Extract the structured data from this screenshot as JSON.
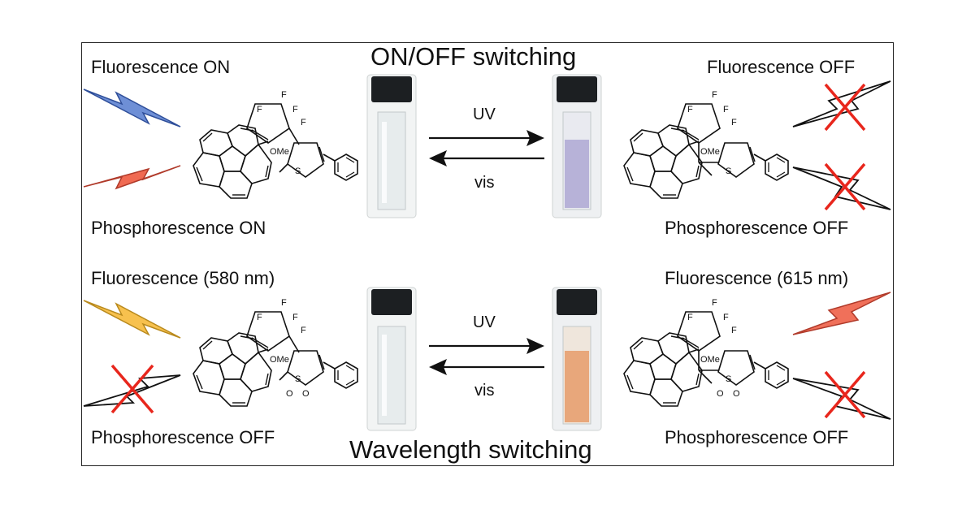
{
  "headings": {
    "top": "ON/OFF switching",
    "bottom": "Wavelength switching"
  },
  "top_row": {
    "left": {
      "emission_1": "Fluorescence ON",
      "emission_2": "Phosphorescence ON"
    },
    "right": {
      "emission_1": "Fluorescence OFF",
      "emission_2": "Phosphorescence OFF"
    },
    "forward_label": "UV",
    "reverse_label": "vis"
  },
  "bottom_row": {
    "left": {
      "emission_1": "Fluorescence (580 nm)",
      "emission_2": "Phosphorescence OFF"
    },
    "right": {
      "emission_1": "Fluorescence (615 nm)",
      "emission_2": "Phosphorescence OFF"
    },
    "forward_label": "UV",
    "reverse_label": "vis"
  },
  "molecule_labels": {
    "fluorine": "F",
    "methoxy": "OMe",
    "sulfur": "S",
    "oxygen": "O"
  },
  "colors": {
    "fluorescence_blue": "#6e8fd6",
    "phosphorescence_red": "#f06a52",
    "fluorescence_580": "#f7c14e",
    "fluorescence_615": "#f0705a",
    "cross_red": "#e8261c",
    "vial_purple": "#b7b2d8",
    "vial_orange": "#e8a77b"
  }
}
